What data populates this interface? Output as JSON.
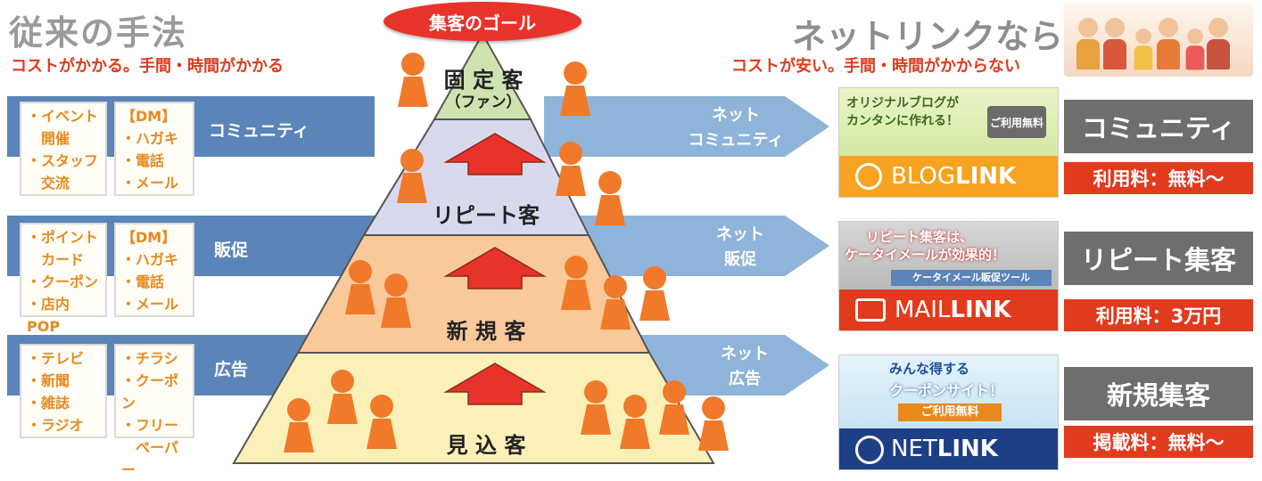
{
  "header_left": {
    "title": "従来の手法",
    "subtitle": "コストがかかる。手間・時間がかかる"
  },
  "header_right": {
    "title": "ネットリンクなら",
    "subtitle": "コストが安い。手間・時間がかからない"
  },
  "goal": "集客のゴール",
  "pyramid": {
    "top": "固 定 客",
    "top_sub": "（ファン）",
    "level2": "リピート客",
    "level3": "新 規 客",
    "level4": "見 込 客"
  },
  "bands": [
    {
      "label": "コミュニティ",
      "box1": [
        "・イベント",
        "　開催",
        "・スタッフ",
        "　交流"
      ],
      "box2": [
        "【DM】",
        "・ハガキ",
        "・電話",
        "・メール"
      ],
      "net": [
        "ネット",
        "コミュニティ"
      ]
    },
    {
      "label": "販促",
      "box1": [
        "・ポイント",
        "　カード",
        "・クーポン",
        "・店内POP"
      ],
      "box2": [
        "【DM】",
        "・ハガキ",
        "・電話",
        "・メール"
      ],
      "net": [
        "ネット",
        "販促"
      ]
    },
    {
      "label": "広告",
      "box1": [
        "・テレビ",
        "・新聞",
        "・雑誌",
        "・ラジオ"
      ],
      "box2": [
        "・チラシ",
        "・クーポン",
        "・フリー",
        "　ペーパー"
      ],
      "net": [
        "ネット",
        "広告"
      ]
    }
  ],
  "services": [
    {
      "banner_text1": "オリジナルブログが",
      "banner_text2": "カンタンに作れる！",
      "badge": "ご利用無料",
      "logo": "BLOGLINK",
      "logo_a": "BLOG",
      "logo_b": "LINK",
      "title": "コミュニティ",
      "price": "利用料：無料～"
    },
    {
      "banner_text1": "リピート集客は、",
      "banner_text2": "ケータイメールが効果的！",
      "badge": "ケータイメール販促ツール",
      "logo": "MAILLINK",
      "logo_a": "MAIL",
      "logo_b": "LINK",
      "title": "リピート集客",
      "price": "利用料：3万円"
    },
    {
      "banner_text1": "みんな得する",
      "banner_text2": "クーポンサイト！",
      "badge": "ご利用無料",
      "logo": "NETLINK",
      "logo_a": "NET",
      "logo_b": "LINK",
      "title": "新規集客",
      "price": "掲載料：無料～"
    }
  ],
  "colors": {
    "red": "#e23a1c",
    "blue_band": "#5b84b8",
    "orange": "#f07a2a",
    "pyramid_top": "#cfe3b0",
    "pyramid_l2": "#d9d9ee",
    "pyramid_l3": "#f9c99a",
    "pyramid_l4": "#fbf1b8"
  }
}
